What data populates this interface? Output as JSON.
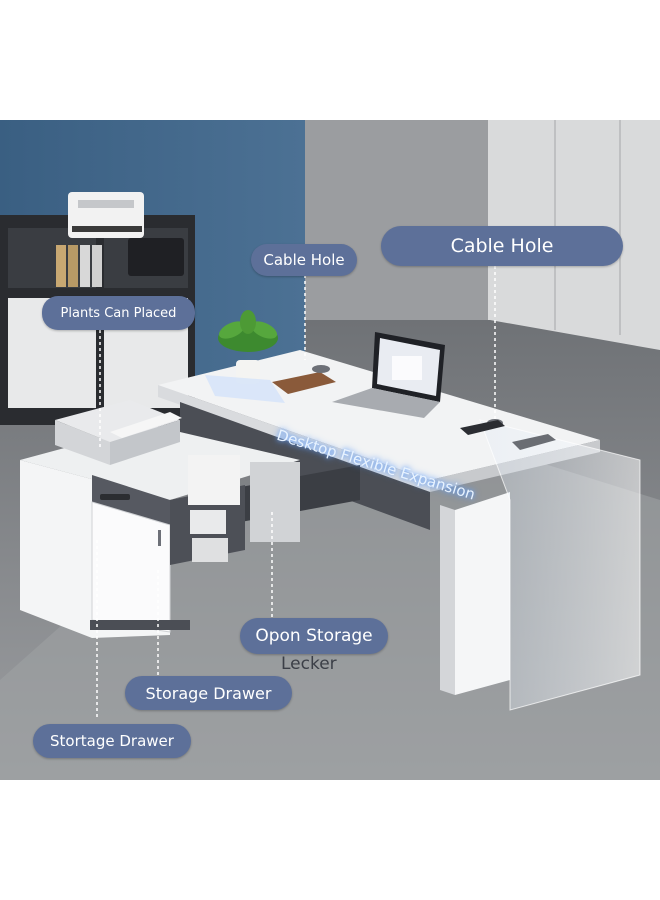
{
  "callouts": {
    "cable_hole_1": "Cable Hole",
    "cable_hole_2": "Cable Hole",
    "plants": "Plants Can Placed",
    "open_storage": "Opon Storage",
    "open_storage_sub": "Lecker",
    "storage_drawer": "Storage Drawer",
    "stortage_drawer": "Stortage Drawer"
  },
  "desktop_text": "Desktop Flexible Expansion",
  "colors": {
    "callout_bg": "#5d7099",
    "wall_blue": "#3f6384",
    "floor": "#8c8e91",
    "desk_white": "#f2f3f4",
    "desk_gray": "#4b4e55"
  }
}
